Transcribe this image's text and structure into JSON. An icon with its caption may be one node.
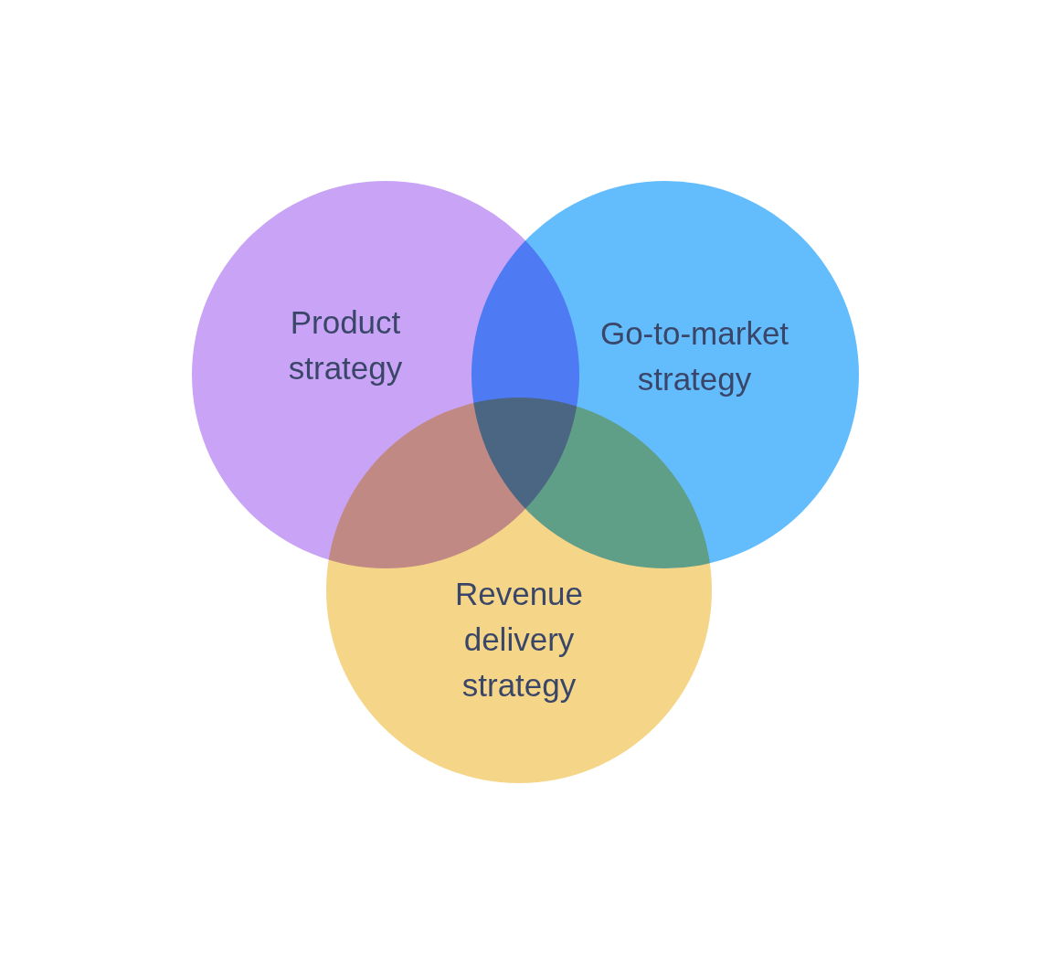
{
  "diagram": {
    "nodes": [
      {
        "text": [
          "Product strategy"
        ]
      },
      {
        "text": [
          "Go-to-market strategy"
        ]
      },
      {
        "text": [
          "Revenue delivery strategy"
        ]
      }
    ]
  }
}
